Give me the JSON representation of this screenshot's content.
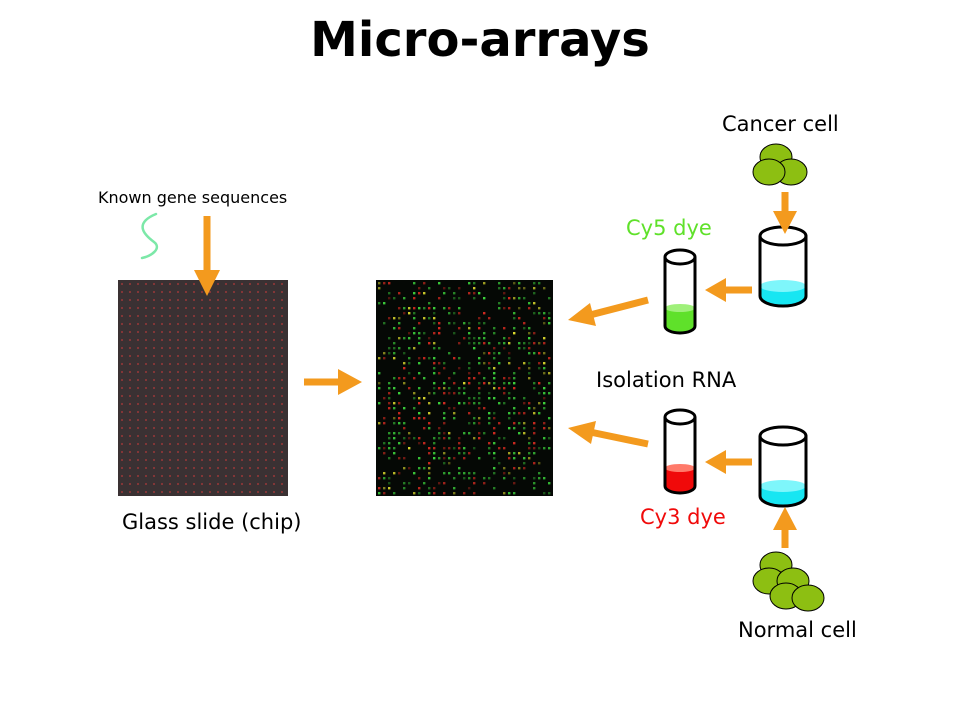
{
  "title": "Micro-arrays",
  "labels": {
    "cancer_cell": "Cancer cell",
    "known_genes": "Known gene sequences",
    "cy5_dye": "Cy5 dye",
    "isolation_rna": "Isolation RNA",
    "glass_slide": "Glass slide (chip)",
    "cy3_dye": "Cy3 dye",
    "normal_cell": "Normal cell"
  },
  "colors": {
    "arrow": "#f39a1e",
    "cell_fill": "#8dbf12",
    "beaker_liquid": "#17e6f2",
    "cy5": "#5fe12a",
    "cy3": "#f00a0a",
    "gene_strand": "#7ce8a8",
    "slide": "#3a3133",
    "slide_dot": "#b53a3a",
    "chip_bg": "#050805",
    "spot_green": "#3cd23c",
    "spot_red": "#d22a20",
    "spot_yellow": "#d9d72c"
  }
}
